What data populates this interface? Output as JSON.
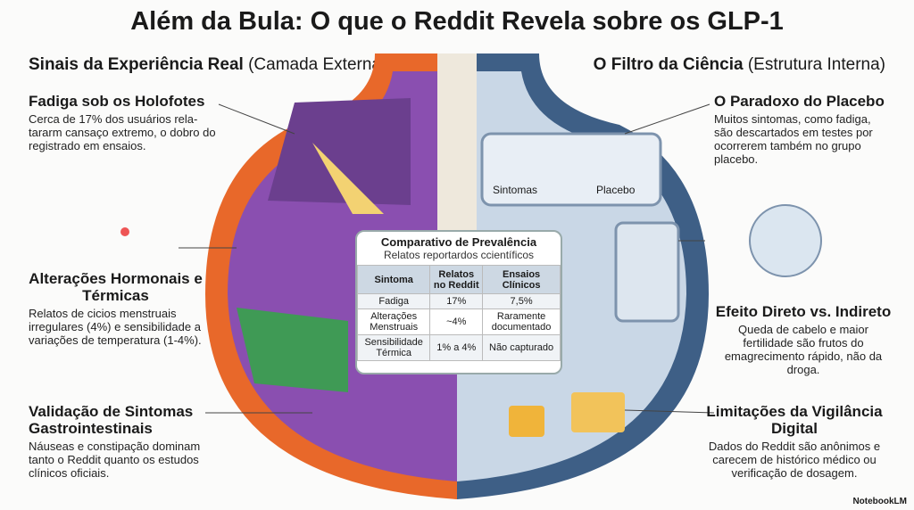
{
  "title": "Além da Bula: O que o Reddit Revela sobre os GLP-1",
  "left_section": {
    "title": "Sinais da Experiência Real",
    "sub": "(Camada Externa)"
  },
  "right_section": {
    "title": "O Filtro da Ciência",
    "sub": "(Estrutura Interna)"
  },
  "left_blocks": [
    {
      "title": "Fadiga sob os Holofotes",
      "text": "Cerca de 17% dos usuários rela-tararm cansaço extremo, o dobro do registrado em ensaios."
    },
    {
      "title": "Alterações Hormonais e Térmicas",
      "text": "Relatos de cicios menstruais irregulares (4%) e sensibilidade a variações de temperatura (1-4%)."
    },
    {
      "title": "Validação de Sintomas Gastrointestinais",
      "text": "Náuseas e constipação dominam tanto o Reddit quanto os estudos clínicos oficiais."
    }
  ],
  "right_blocks": [
    {
      "title": "O Paradoxo do Placebo",
      "text": "Muitos sintomas, como fadiga, são descartados em testes por ocorrerem também no grupo placebo."
    },
    {
      "title": "Efeito Direto vs. Indireto",
      "text": "Queda de cabelo e maior fertilidade são frutos do emagrecimento rápido, não da droga."
    },
    {
      "title": "Limitações da Vigilância Digital",
      "text": "Dados do Reddit são anônimos e carecem de histórico médico ou verificação de dosagem."
    }
  ],
  "filter": {
    "left": "Sintomas",
    "right": "Placebo"
  },
  "table": {
    "title": "Comparativo de Prevalência",
    "subtitle": "Relatos reportardos ccientíficos",
    "headers": [
      "Sintoma",
      "Relatos no Reddit",
      "Ensaios Clínicos"
    ],
    "rows": [
      [
        "Fadiga",
        "17%",
        "7,5%"
      ],
      [
        "Alterações Menstruais",
        "~4%",
        "Raramente documentado"
      ],
      [
        "Sensibilidade Térmica",
        "1% a 4%",
        "Não capturado"
      ]
    ]
  },
  "colors": {
    "orange": "#e8682a",
    "purple": "#8a4fb0",
    "blue": "#3e5f86",
    "light_blue": "#c9d7e6"
  },
  "brand": "NotebookLM"
}
